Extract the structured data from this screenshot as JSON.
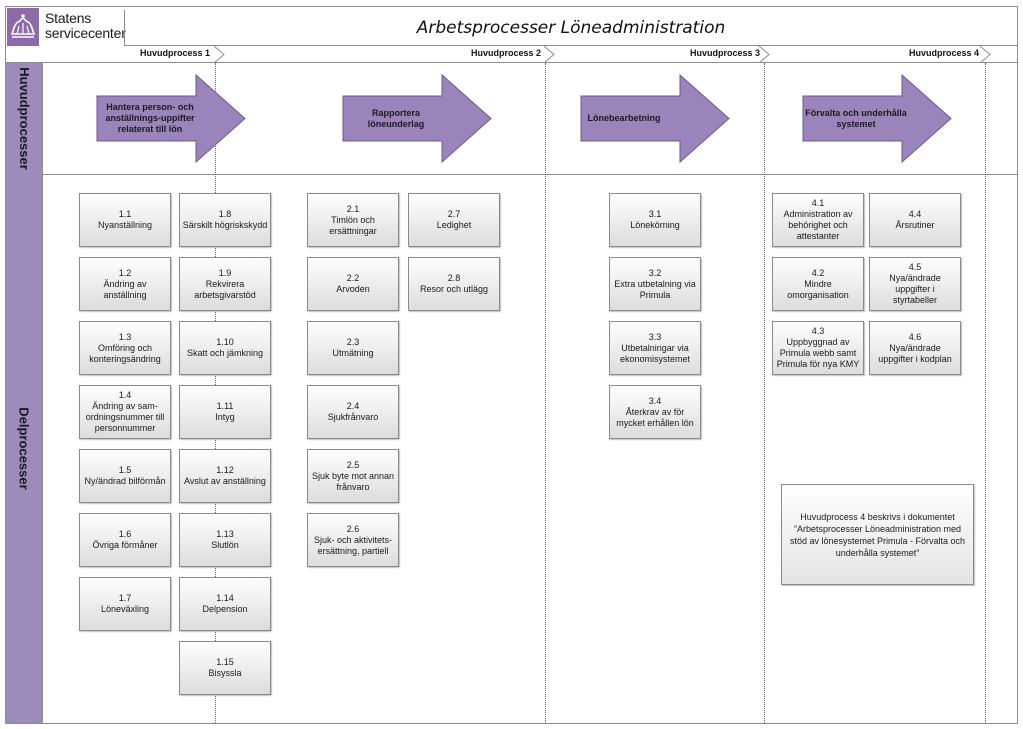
{
  "logo": {
    "line1": "Statens",
    "line2": "servicecenter",
    "icon": "crown-icon"
  },
  "title": "Arbetsprocesser Löneadministration",
  "phases": [
    "Huvudprocess 1",
    "Huvudprocess 2",
    "Huvudprocess 3",
    "Huvudprocess 4"
  ],
  "lanes": {
    "main": "Huvudprocesser",
    "sub": "Delprocesser"
  },
  "colors": {
    "arrow_fill": "#9b84bc",
    "lane_fill": "#9d8bbb",
    "logo": "#8f6aa8"
  },
  "main_processes": [
    "Hantera person- och anställnings-uppifter relaterat till lön",
    "Rapportera löneunderlag",
    "Lönebearbetning",
    "Förvalta och underhålla systemet"
  ],
  "sub_processes": [
    {
      "num": "1.1",
      "label": "Nyanställning"
    },
    {
      "num": "1.2",
      "label": "Ändring av anställning"
    },
    {
      "num": "1.3",
      "label": "Omföring och konteringsändring"
    },
    {
      "num": "1.4",
      "label": "Ändring av sam-ordningsnummer till personnummer"
    },
    {
      "num": "1.5",
      "label": "Ny/ändrad bilförmån"
    },
    {
      "num": "1.6",
      "label": "Övriga förmåner"
    },
    {
      "num": "1.7",
      "label": "Löneväxling"
    },
    {
      "num": "1.8",
      "label": "Särskilt högriskskydd"
    },
    {
      "num": "1.9",
      "label": "Rekvirera arbetsgivarstöd"
    },
    {
      "num": "1.10",
      "label": "Skatt och jämkning"
    },
    {
      "num": "1.11",
      "label": "Intyg"
    },
    {
      "num": "1.12",
      "label": "Avslut av anställning"
    },
    {
      "num": "1.13",
      "label": "Slutlön"
    },
    {
      "num": "1.14",
      "label": "Delpension"
    },
    {
      "num": "1.15",
      "label": "Bisyssla"
    },
    {
      "num": "2.1",
      "label": "Timlön och ersättningar"
    },
    {
      "num": "2.2",
      "label": "Arvoden"
    },
    {
      "num": "2.3",
      "label": "Utmätning"
    },
    {
      "num": "2.4",
      "label": "Sjukfrånvaro"
    },
    {
      "num": "2.5",
      "label": "Sjuk byte mot annan frånvaro"
    },
    {
      "num": "2.6",
      "label": "Sjuk- och aktivitets-ersättning, partiell"
    },
    {
      "num": "2.7",
      "label": "Ledighet"
    },
    {
      "num": "2.8",
      "label": "Resor och utlägg"
    },
    {
      "num": "3.1",
      "label": "Lönekörning"
    },
    {
      "num": "3.2",
      "label": "Extra utbetalning via Primula"
    },
    {
      "num": "3.3",
      "label": "Utbetalningar via ekonomisystemet"
    },
    {
      "num": "3.4",
      "label": "Återkrav av för mycket erhållen lön"
    },
    {
      "num": "4.1",
      "label": "Administration av behörighet och attestanter"
    },
    {
      "num": "4.2",
      "label": "Mindre omorganisation"
    },
    {
      "num": "4.3",
      "label": "Uppbyggnad av Primula webb samt Primula för nya KMY"
    },
    {
      "num": "4.4",
      "label": "Årsrutiner"
    },
    {
      "num": "4.5",
      "label": "Nya/ändrade uppgifter i styrtabeller"
    },
    {
      "num": "4.6",
      "label": "Nya/ändrade uppgifter i kodplan"
    }
  ],
  "note": "Huvudprocess 4 beskrivs i dokumentet ”Arbetsprocesser Löneadministration med stöd av lönesystemet Primula - Förvalta och underhålla systemet”"
}
